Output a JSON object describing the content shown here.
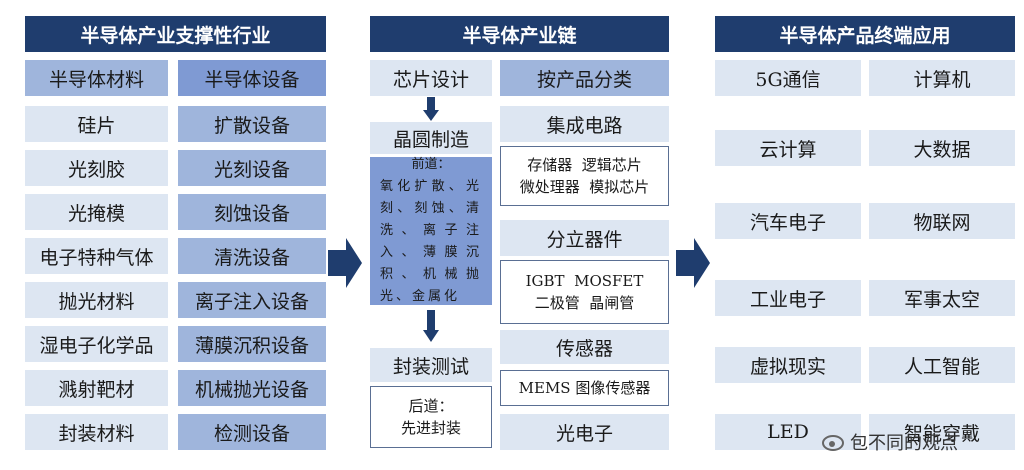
{
  "left": {
    "title": "半导体产业支撑性行业",
    "col1_header": "半导体材料",
    "col2_header": "半导体设备",
    "materials": [
      "硅片",
      "光刻胶",
      "光掩模",
      "电子特种气体",
      "抛光材料",
      "湿电子化学品",
      "溅射靶材",
      "封装材料"
    ],
    "equipment": [
      "扩散设备",
      "光刻设备",
      "刻蚀设备",
      "清洗设备",
      "离子注入设备",
      "薄膜沉积设备",
      "机械抛光设备",
      "检测设备"
    ]
  },
  "middle": {
    "title": "半导体产业链",
    "chip_design": "芯片设计",
    "wafer_mfg": "晶圆制造",
    "front_label": "前道：",
    "front_text": "氧化扩散、光刻、刻蚀、清洗、离子注入、薄膜沉积、机械抛光、金属化",
    "packaging": "封装测试",
    "back_label": "后道：",
    "back_text": "先进封装",
    "by_product": "按产品分类",
    "ic": "集成电路",
    "ic_line1": "存储器  逻辑芯片",
    "ic_line2": "微处理器  模拟芯片",
    "discrete": "分立器件",
    "discrete_line1": "IGBT  MOSFET",
    "discrete_line2": "二极管  晶闸管",
    "sensor": "传感器",
    "sensor_line1": "MEMS 图像传感器",
    "opto": "光电子"
  },
  "right": {
    "title": "半导体产品终端应用",
    "apps": [
      [
        "5G通信",
        "计算机"
      ],
      [
        "云计算",
        "大数据"
      ],
      [
        "汽车电子",
        "物联网"
      ],
      [
        "工业电子",
        "军事太空"
      ],
      [
        "虚拟现实",
        "人工智能"
      ],
      [
        "LED",
        "智能穿戴"
      ]
    ]
  },
  "watermark": "包不同的观点",
  "colors": {
    "header": "#1f3d6e",
    "light": "#dde6f2",
    "mid": "#9fb5dc",
    "dark": "#7f9ad3"
  }
}
